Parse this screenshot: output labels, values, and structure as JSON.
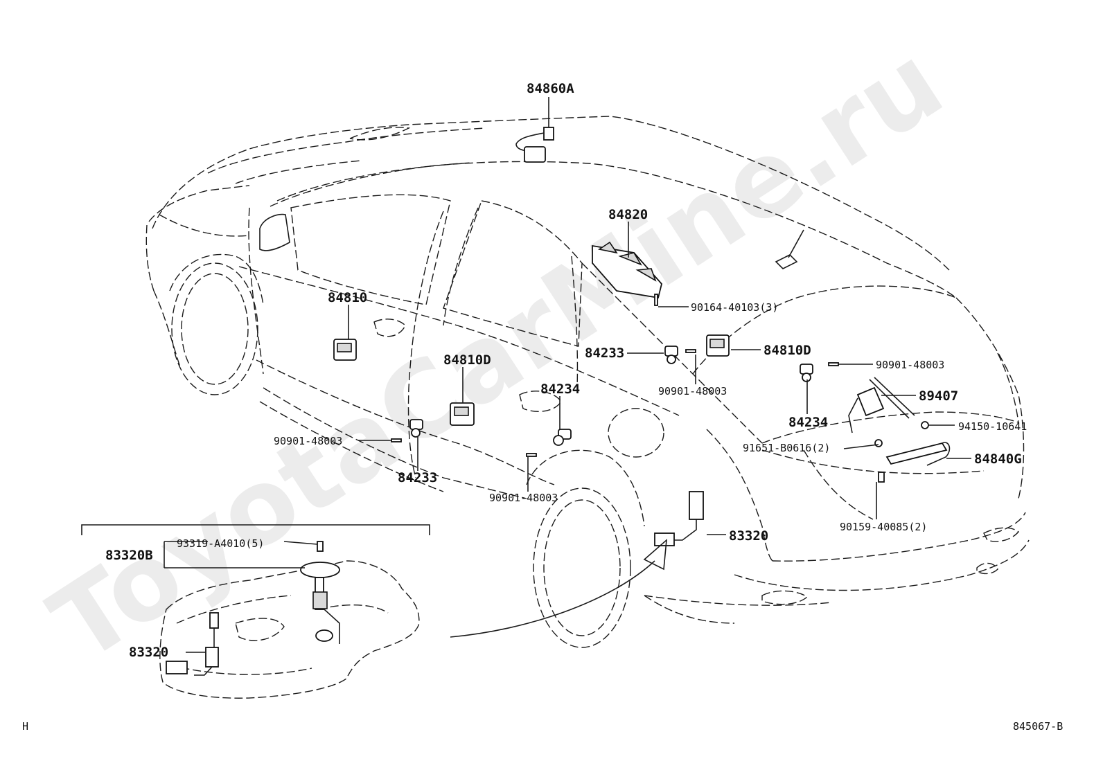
{
  "watermark": "ToyotaCarMine.ru",
  "corner_left": "H",
  "corner_right": "845067-B",
  "labels": {
    "p84860A": "84860A",
    "p84820": "84820",
    "p90164": "90164-40103(3)",
    "p84810": "84810",
    "p84233_upper": "84233",
    "p84810D_upper": "84810D",
    "p90901_r1": "90901-48003",
    "p84810D_lower": "84810D",
    "p84234_mid": "84234",
    "p90901_mid": "90901-48003",
    "p84234_right": "84234",
    "p89407": "89407",
    "p90901_left": "90901-48003",
    "p94150": "94150-10641",
    "p91651": "91651-B0616(2)",
    "p84840G": "84840G",
    "p84233_lower": "84233",
    "p90901_bottom": "90901-48003",
    "p90159": "90159-40085(2)",
    "p83320_right": "83320",
    "p93319": "93319-A4010(5)",
    "p83320B": "83320B",
    "p83320_left": "83320"
  }
}
